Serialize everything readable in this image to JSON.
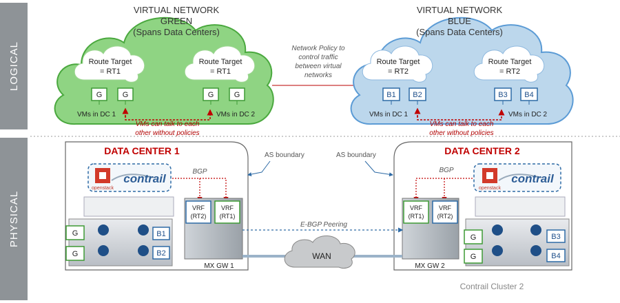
{
  "side_labels": {
    "logical": "LOGICAL",
    "physical": "PHYSICAL"
  },
  "clouds": {
    "green": {
      "title_line1": "VIRTUAL NETWORK",
      "title_line2": "GREEN",
      "title_line3": "(Spans Data Centers)",
      "rt_left_line1": "Route Target",
      "rt_left_line2": "= RT1",
      "rt_right_line1": "Route Target",
      "rt_right_line2": "= RT1",
      "vms": [
        "G",
        "G",
        "G",
        "G"
      ],
      "vms_dc1": "VMs in DC 1",
      "vms_dc2": "VMs in DC 2",
      "note_line1": "VMs can talk to each",
      "note_line2": "other without policies"
    },
    "blue": {
      "title_line1": "VIRTUAL NETWORK",
      "title_line2": "BLUE",
      "title_line3": "(Spans Data Centers)",
      "rt_left_line1": "Route Target",
      "rt_left_line2": "= RT2",
      "rt_right_line1": "Route Target",
      "rt_right_line2": "= RT2",
      "vms": [
        "B1",
        "B2",
        "B3",
        "B4"
      ],
      "vms_dc1": "VMs in DC 1",
      "vms_dc2": "VMs in DC 2",
      "note_line1": "VMs can talk to each",
      "note_line2": "other without policies"
    }
  },
  "policy_note": [
    "Network Policy to",
    "control traffic",
    "between virtual",
    "networks"
  ],
  "dc1": {
    "title": "DATA CENTER 1",
    "bgp": "BGP",
    "contrail": "contrail",
    "openstack": "openstack",
    "vrf_a_line1": "VRF",
    "vrf_a_line2": "(RT2)",
    "vrf_b_line1": "VRF",
    "vrf_b_line2": "(RT1)",
    "gw": "MX GW 1",
    "vms_left": [
      "G",
      "G"
    ],
    "vms_right": [
      "B1",
      "B2"
    ]
  },
  "dc2": {
    "title": "DATA CENTER 2",
    "bgp": "BGP",
    "contrail": "contrail",
    "openstack": "openstack",
    "vrf_a_line1": "VRF",
    "vrf_a_line2": "(RT1)",
    "vrf_b_line1": "VRF",
    "vrf_b_line2": "(RT2)",
    "gw": "MX GW 2",
    "vms_left": [
      "G",
      "G"
    ],
    "vms_right": [
      "B3",
      "B4"
    ]
  },
  "as_boundary_left": "AS boundary",
  "as_boundary_right": "AS boundary",
  "ebgp": "E-BGP Peering",
  "wan": "WAN",
  "cluster_label": "Contrail Cluster 2",
  "colors": {
    "green_fill": "#8fd483",
    "green_stroke": "#4aa83e",
    "blue_fill": "#bcd7ec",
    "blue_stroke": "#5b9bd5",
    "dc_red": "#c00000",
    "tab_gray": "#8e9397"
  }
}
